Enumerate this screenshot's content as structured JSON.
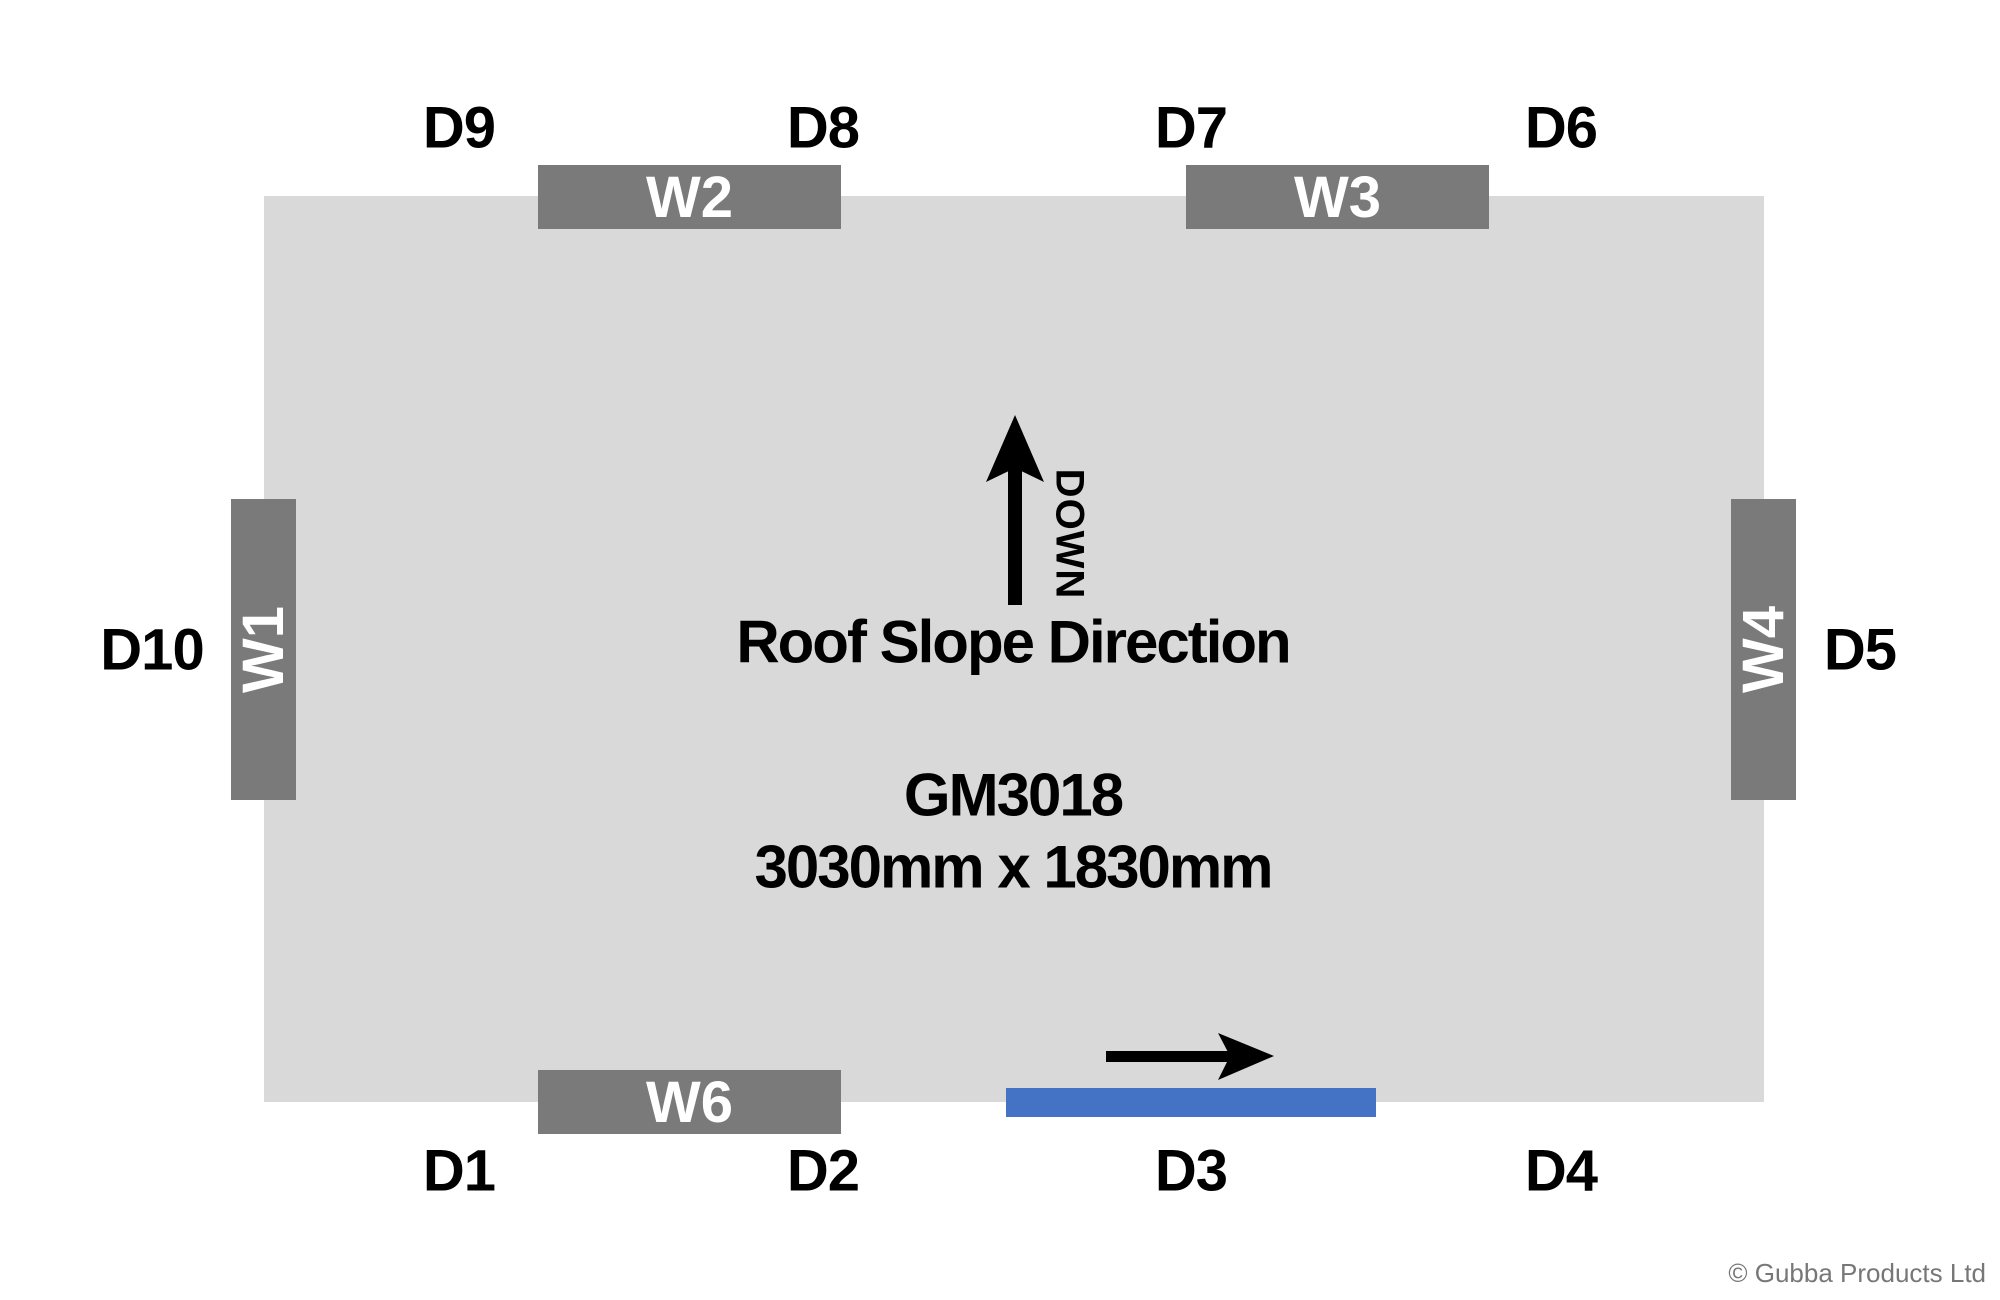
{
  "colors": {
    "base": "#d9d9d9",
    "wall": "#7a7a7a",
    "door": "#4472c4"
  },
  "walls": {
    "w1": "W1",
    "w2": "W2",
    "w3": "W3",
    "w4": "W4",
    "w6": "W6"
  },
  "positions": {
    "d1": "D1",
    "d2": "D2",
    "d3": "D3",
    "d4": "D4",
    "d5": "D5",
    "d6": "D6",
    "d7": "D7",
    "d8": "D8",
    "d9": "D9",
    "d10": "D10"
  },
  "slope": {
    "arrow_label": "DOWN",
    "title": "Roof Slope Direction"
  },
  "model": {
    "code": "GM3018",
    "dimensions": "3030mm x 1830mm"
  },
  "copyright": "© Gubba Products Ltd"
}
